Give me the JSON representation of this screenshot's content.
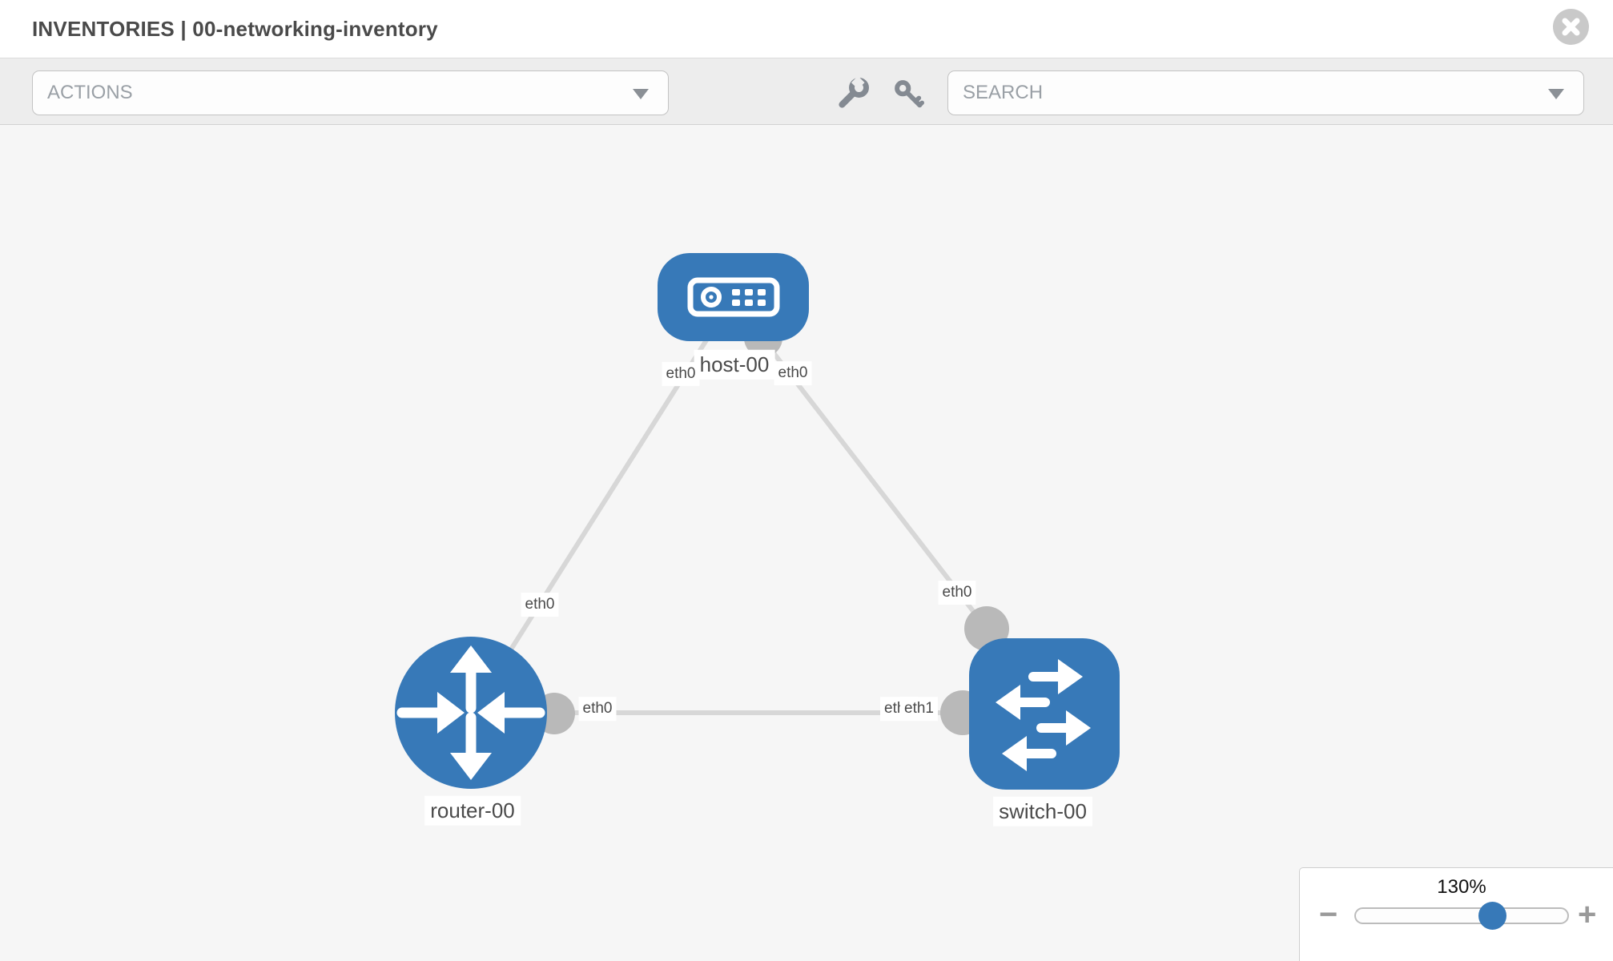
{
  "header": {
    "title": "INVENTORIES | 00-networking-inventory"
  },
  "toolbar": {
    "actions_label": "ACTIONS",
    "search_placeholder": "SEARCH",
    "icons": [
      "wrench-icon",
      "key-icon"
    ]
  },
  "topology": {
    "nodes": {
      "host": {
        "label": "host-00",
        "type": "host"
      },
      "router": {
        "label": "router-00",
        "type": "router"
      },
      "switch": {
        "label": "switch-00",
        "type": "switch"
      }
    },
    "links": [
      {
        "from": "router-00",
        "to": "host-00",
        "from_interface": "eth0",
        "to_interface": "eth0"
      },
      {
        "from": "host-00",
        "to": "switch-00",
        "from_interface": "eth0",
        "to_interface": "eth0"
      },
      {
        "from": "router-00",
        "to": "switch-00",
        "from_interface": "eth0",
        "to_interface": "eth1"
      }
    ],
    "interfaces": {
      "router_host_near_router": "eth0",
      "router_host_near_host": "eth0",
      "host_switch_near_host": "eth0",
      "host_switch_near_switch": "eth0",
      "router_switch_near_router": "eth0",
      "router_switch_near_switch_under": "eth0",
      "router_switch_near_switch": "eth1"
    },
    "colors": {
      "node_blue": "#3779b8",
      "link_gray": "#d7d7d7",
      "interface_gray": "#b9b9b9",
      "label_text": "#4a4a4a"
    }
  },
  "zoom_control": {
    "value": "130%",
    "minus_label": "−",
    "plus_label": "+"
  }
}
